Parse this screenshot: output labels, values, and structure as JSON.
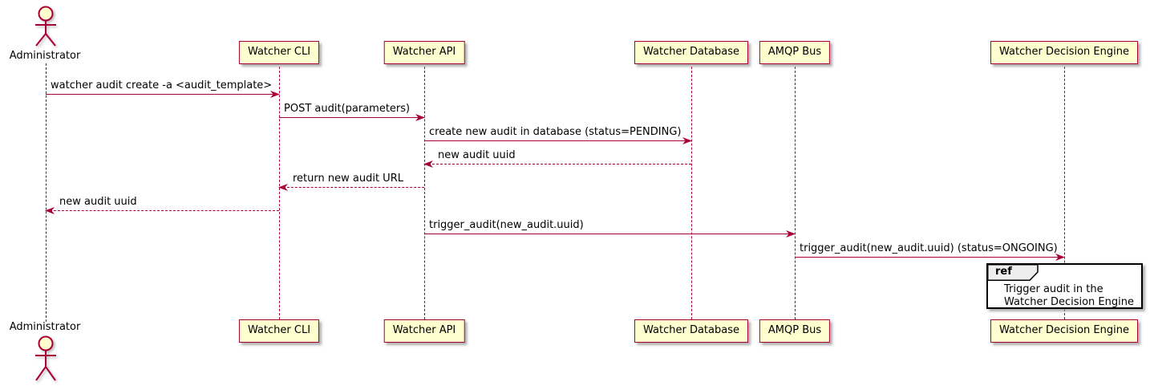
{
  "diagram_type": "uml-sequence",
  "colors": {
    "background": "#FFFFFF",
    "participant_fill": "#FEFECE",
    "line_and_border": "#A80036",
    "text": "#000000",
    "ref_border": "#000000",
    "ref_tab_fill": "#EEEEEE"
  },
  "actor": {
    "label": "Administrator"
  },
  "participants": [
    {
      "label": "Watcher CLI"
    },
    {
      "label": "Watcher API"
    },
    {
      "label": "Watcher Database"
    },
    {
      "label": "AMQP Bus"
    },
    {
      "label": "Watcher Decision Engine"
    }
  ],
  "messages": [
    {
      "from": "Administrator",
      "to": "Watcher CLI",
      "label": "watcher audit create -a <audit_template>",
      "line": "solid"
    },
    {
      "from": "Watcher CLI",
      "to": "Watcher API",
      "label": "POST audit(parameters)",
      "line": "solid"
    },
    {
      "from": "Watcher API",
      "to": "Watcher Database",
      "label": "create new audit in database (status=PENDING)",
      "line": "solid"
    },
    {
      "from": "Watcher Database",
      "to": "Watcher API",
      "label": "new audit uuid",
      "line": "dashed"
    },
    {
      "from": "Watcher API",
      "to": "Watcher CLI",
      "label": "return new audit URL",
      "line": "dashed"
    },
    {
      "from": "Watcher CLI",
      "to": "Administrator",
      "label": "new audit uuid",
      "line": "dashed"
    },
    {
      "from": "Watcher API",
      "to": "AMQP Bus",
      "label": "trigger_audit(new_audit.uuid)",
      "line": "solid"
    },
    {
      "from": "AMQP Bus",
      "to": "Watcher Decision Engine",
      "label": "trigger_audit(new_audit.uuid) (status=ONGOING)",
      "line": "solid"
    }
  ],
  "ref_fragment": {
    "keyword": "ref",
    "line1": "Trigger audit in the",
    "line2": "Watcher Decision Engine"
  }
}
